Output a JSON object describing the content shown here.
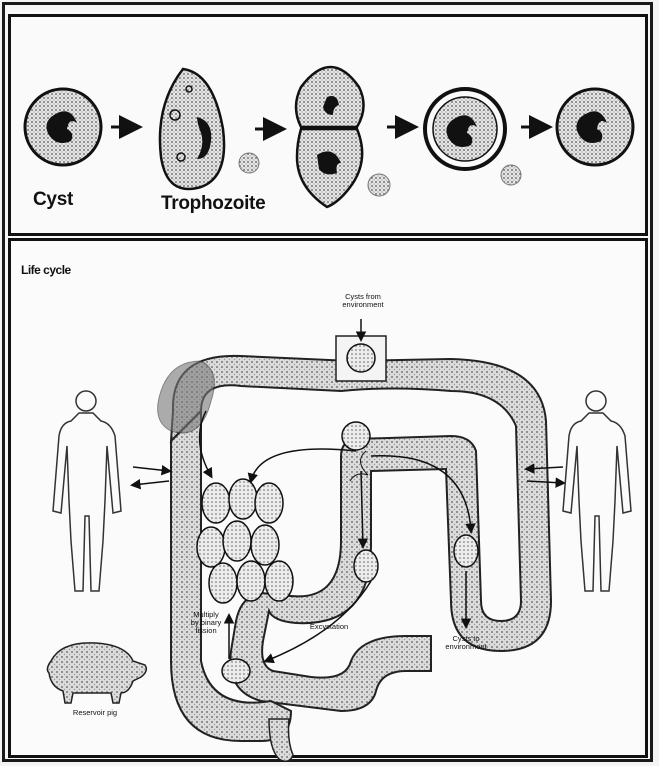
{
  "stages": {
    "cyst_label": "Cyst",
    "trophozoite_label": "Trophozoite"
  },
  "life_cycle": {
    "title": "Life cycle",
    "cysts_from_environment": "Cysts from environment",
    "excystation": "Excystation",
    "multiply": "Multiply by binary fission",
    "cysts_to_environment": "Cysts to environment",
    "reservoir": "Reservoir pig"
  }
}
